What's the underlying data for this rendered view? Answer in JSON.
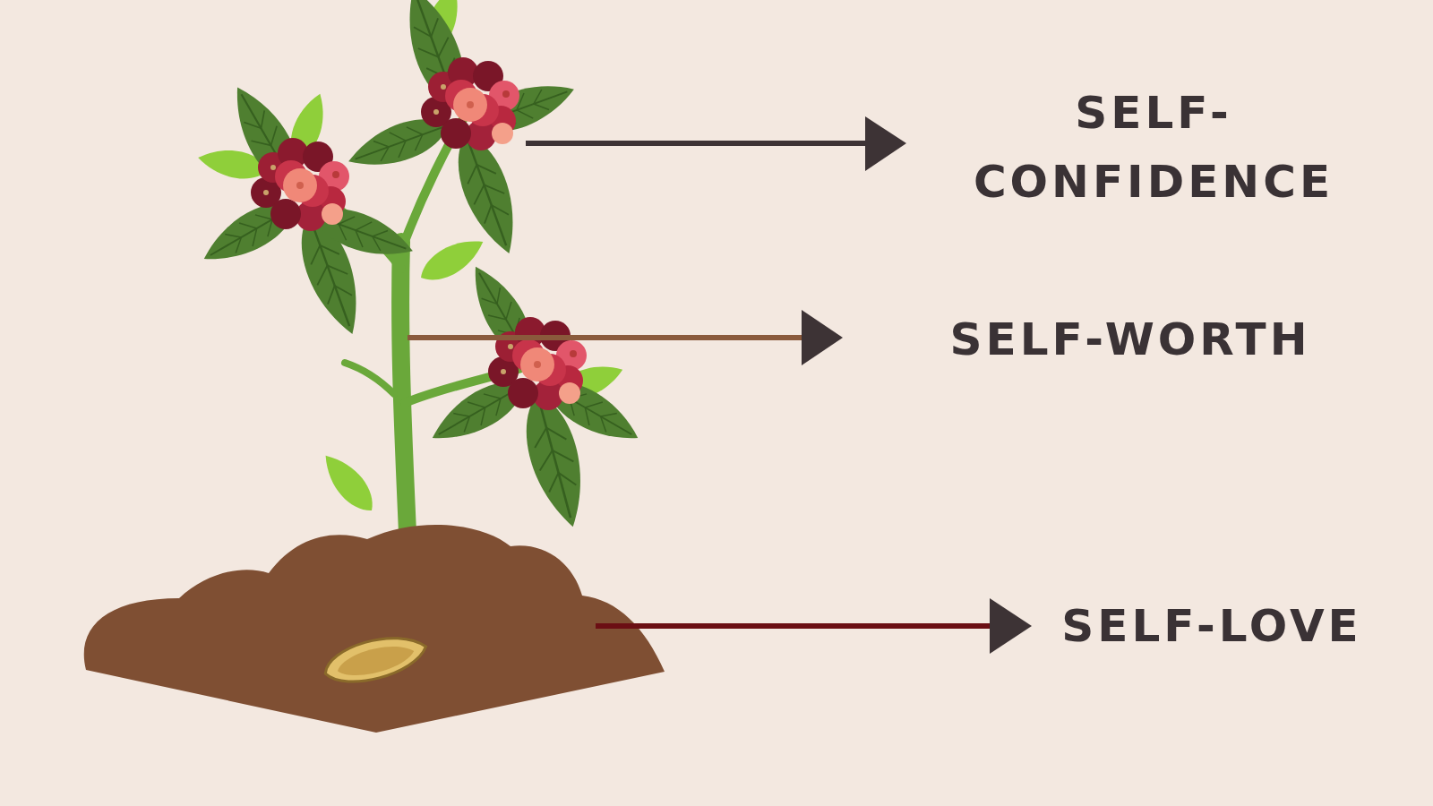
{
  "diagram": {
    "labels": [
      "SELF- CONFIDENCE",
      "SELF-WORTH",
      "SELF-LOVE"
    ]
  }
}
